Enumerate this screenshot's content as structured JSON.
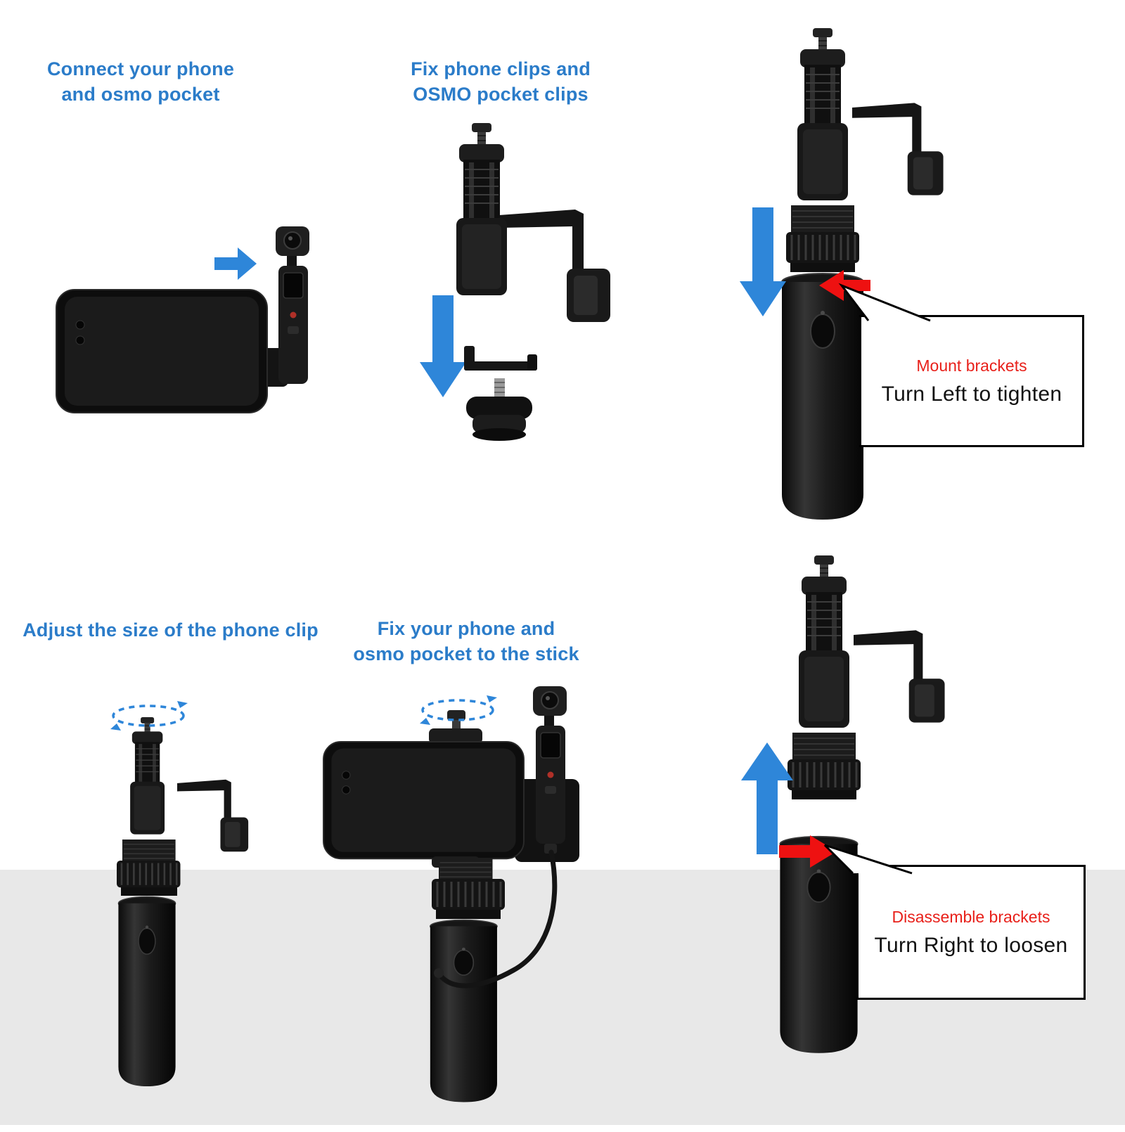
{
  "colors": {
    "heading_blue": "#2b7cc9",
    "arrow_blue": "#2e86d9",
    "callout_red": "#e8201a",
    "arrow_red": "#ee1111",
    "floor_gray": "#e8e8e8",
    "product_black": "#1b1b1b",
    "background_white": "#ffffff"
  },
  "steps": {
    "step1": {
      "title": "Connect  your phone\nand osmo pocket"
    },
    "step2": {
      "title": "Fix  phone clips and\nOSMO pocket clips"
    },
    "step3": {
      "callout_heading": "Mount brackets",
      "callout_body": "Turn Left to tighten"
    },
    "step4": {
      "title": "Adjust the size of the phone clip"
    },
    "step5": {
      "title": "Fix  your phone and\nosmo pocket to the stick"
    },
    "step6": {
      "callout_heading": "Disassemble brackets",
      "callout_body": "Turn Right to loosen"
    }
  },
  "icons": {
    "arrow-right-icon": "➡",
    "arrow-down-icon": "⬇",
    "arrow-up-icon": "⬆",
    "arrow-left-icon": "⬅",
    "rotate-cw-icon": "⟳"
  }
}
